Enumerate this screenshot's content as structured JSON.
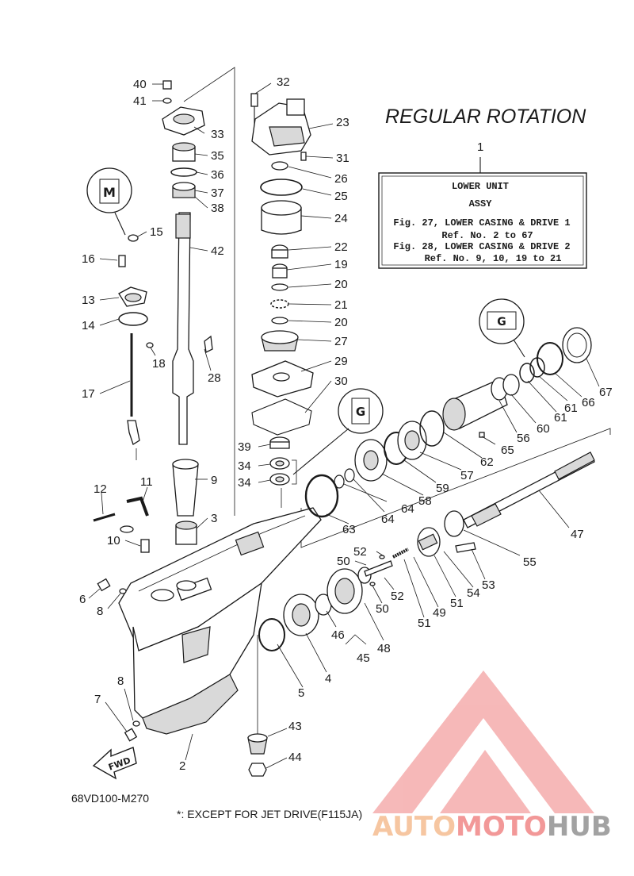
{
  "header": {
    "title": "REGULAR ROTATION"
  },
  "assembly_box": {
    "ref": "1",
    "line1": "LOWER UNIT",
    "line2": "ASSY",
    "line3": "Fig. 27, LOWER CASING & DRIVE 1",
    "line4": "Ref. No. 2 to 67",
    "line5": "Fig. 28, LOWER CASING & DRIVE 2",
    "line6": "Ref. No. 9, 10, 19 to 21"
  },
  "callouts": [
    {
      "id": "40",
      "label": "40"
    },
    {
      "id": "41",
      "label": "41"
    },
    {
      "id": "33",
      "label": "33"
    },
    {
      "id": "35",
      "label": "35"
    },
    {
      "id": "36",
      "label": "36"
    },
    {
      "id": "37",
      "label": "37"
    },
    {
      "id": "38",
      "label": "38"
    },
    {
      "id": "42",
      "label": "42"
    },
    {
      "id": "32",
      "label": "32"
    },
    {
      "id": "23",
      "label": "23"
    },
    {
      "id": "31",
      "label": "31"
    },
    {
      "id": "26",
      "label": "26"
    },
    {
      "id": "25",
      "label": "25"
    },
    {
      "id": "24",
      "label": "24"
    },
    {
      "id": "22",
      "label": "22"
    },
    {
      "id": "19",
      "label": "19"
    },
    {
      "id": "20a",
      "label": "20"
    },
    {
      "id": "21",
      "label": "21"
    },
    {
      "id": "20b",
      "label": "20"
    },
    {
      "id": "27",
      "label": "27"
    },
    {
      "id": "29",
      "label": "29"
    },
    {
      "id": "30",
      "label": "30"
    },
    {
      "id": "39",
      "label": "39"
    },
    {
      "id": "34a",
      "label": "34"
    },
    {
      "id": "34b",
      "label": "34"
    },
    {
      "id": "15",
      "label": "15"
    },
    {
      "id": "16",
      "label": "16"
    },
    {
      "id": "13",
      "label": "13"
    },
    {
      "id": "14",
      "label": "14"
    },
    {
      "id": "18",
      "label": "18"
    },
    {
      "id": "17",
      "label": "17"
    },
    {
      "id": "28",
      "label": "28"
    },
    {
      "id": "9",
      "label": "9"
    },
    {
      "id": "3",
      "label": "3"
    },
    {
      "id": "11",
      "label": "11"
    },
    {
      "id": "12",
      "label": "12"
    },
    {
      "id": "10",
      "label": "10"
    },
    {
      "id": "6",
      "label": "6"
    },
    {
      "id": "8a",
      "label": "8"
    },
    {
      "id": "8b",
      "label": "8"
    },
    {
      "id": "7",
      "label": "7"
    },
    {
      "id": "2",
      "label": "2"
    },
    {
      "id": "43",
      "label": "43"
    },
    {
      "id": "44",
      "label": "44"
    },
    {
      "id": "5",
      "label": "5"
    },
    {
      "id": "4",
      "label": "4"
    },
    {
      "id": "46",
      "label": "46"
    },
    {
      "id": "45",
      "label": "45"
    },
    {
      "id": "48",
      "label": "48"
    },
    {
      "id": "50a",
      "label": "50"
    },
    {
      "id": "52a",
      "label": "52"
    },
    {
      "id": "52b",
      "label": "52"
    },
    {
      "id": "50b",
      "label": "50"
    },
    {
      "id": "51a",
      "label": "51"
    },
    {
      "id": "49",
      "label": "49"
    },
    {
      "id": "51b",
      "label": "51"
    },
    {
      "id": "54",
      "label": "54"
    },
    {
      "id": "53",
      "label": "53"
    },
    {
      "id": "55",
      "label": "55"
    },
    {
      "id": "47",
      "label": "47"
    },
    {
      "id": "63",
      "label": "63"
    },
    {
      "id": "64a",
      "label": "64"
    },
    {
      "id": "64b",
      "label": "64"
    },
    {
      "id": "58",
      "label": "58"
    },
    {
      "id": "59",
      "label": "59"
    },
    {
      "id": "57",
      "label": "57"
    },
    {
      "id": "62",
      "label": "62"
    },
    {
      "id": "65",
      "label": "65"
    },
    {
      "id": "56",
      "label": "56"
    },
    {
      "id": "60",
      "label": "60"
    },
    {
      "id": "61a",
      "label": "61"
    },
    {
      "id": "61b",
      "label": "61"
    },
    {
      "id": "66",
      "label": "66"
    },
    {
      "id": "67",
      "label": "67"
    }
  ],
  "direction_tag": "FWD",
  "figure_code": "68VD100-M270",
  "footnote": "*: EXCEPT FOR JET DRIVE(F115JA)",
  "watermark": {
    "part1": "AUTO",
    "part2": "MOTO",
    "part3": "HUB"
  },
  "colors": {
    "ink": "#1a1a1a",
    "watermark_red": "#ef7f7f",
    "watermark_orange": "#f5b98a",
    "watermark_grey": "#8c8c8c"
  },
  "icons": [
    "grease-icon",
    "sealant-icon",
    "fwd-arrow-icon",
    "watermark-logo-icon"
  ]
}
